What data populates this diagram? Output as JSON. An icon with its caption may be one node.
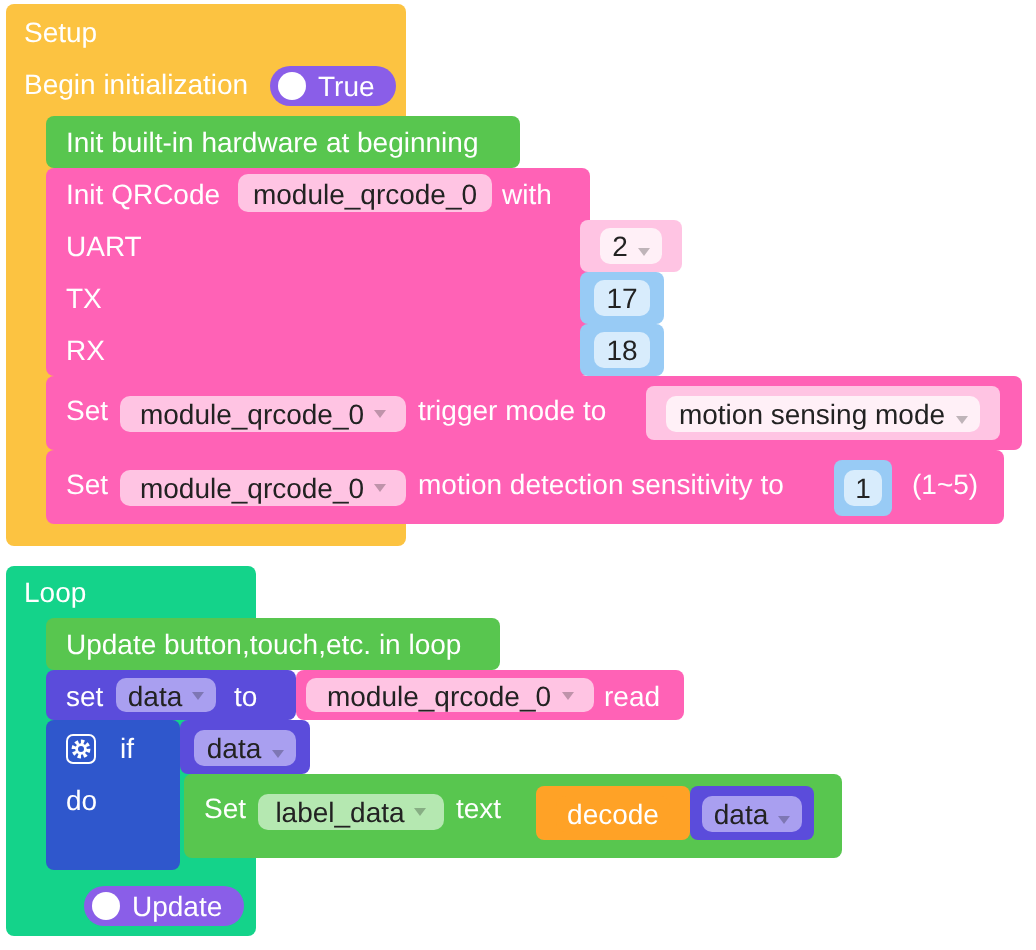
{
  "diagram": {
    "nodes": [
      {
        "text": [
          "Setup",
          "Begin initialization"
        ]
      },
      {
        "text": [
          "True"
        ],
        "in": 0
      },
      {
        "text": [
          "Init built-in hardware at beginning"
        ]
      },
      {
        "text": [
          "Init QRCode",
          "with",
          "UART",
          "TX",
          "RX"
        ]
      },
      {
        "text": [
          "module_qrcode_0"
        ],
        "in": 3
      },
      {
        "text": [
          "2"
        ]
      },
      {
        "text": [
          "17"
        ]
      },
      {
        "text": [
          "18"
        ]
      },
      {
        "text": [
          "Set",
          "trigger mode to"
        ]
      },
      {
        "text": [
          "module_qrcode_0"
        ]
      },
      {
        "text": [
          "motion sensing mode"
        ],
        "in": 8
      },
      {
        "text": [
          "Set",
          "motion detection sensitivity to",
          "(1~5)"
        ]
      },
      {
        "text": [
          "module_qrcode_0"
        ]
      },
      {
        "text": [
          "1"
        ],
        "in": 11
      },
      {
        "text": [
          "Loop"
        ]
      },
      {
        "text": [
          "Update button,touch,etc. in loop"
        ]
      },
      {
        "text": [
          "set",
          "to"
        ]
      },
      {
        "text": [
          "data"
        ],
        "in": 16
      },
      {
        "text": [
          "read"
        ]
      },
      {
        "text": [
          "module_qrcode_0"
        ],
        "in": 18
      },
      {
        "text": [
          "if",
          "do"
        ],
        "in": 14
      },
      {
        "text": [
          "data"
        ]
      },
      {
        "text": [
          "Set",
          "text"
        ]
      },
      {
        "text": [
          "label_data"
        ],
        "in": 22
      },
      {
        "text": [
          "decode"
        ],
        "in": 22
      },
      {
        "text": [
          "data"
        ],
        "in": 22
      },
      {
        "text": [
          "Update"
        ],
        "in": 14
      }
    ]
  }
}
